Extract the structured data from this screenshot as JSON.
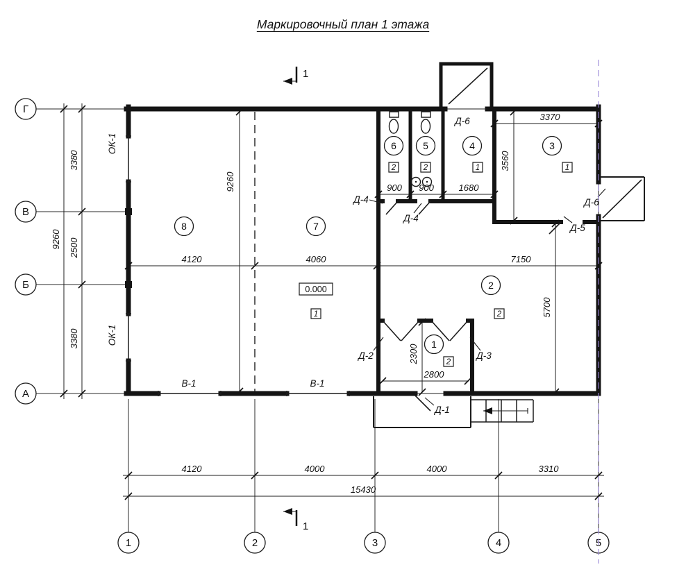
{
  "title": "Маркировочный план 1 этажа",
  "section": {
    "label": "1"
  },
  "axes": {
    "rows": [
      "Г",
      "В",
      "Б",
      "А"
    ],
    "cols": [
      "1",
      "2",
      "3",
      "4",
      "5"
    ]
  },
  "rooms": {
    "r1": "1",
    "r2": "2",
    "r3": "3",
    "r4": "4",
    "r5": "5",
    "r6": "6",
    "r7": "7",
    "r8": "8"
  },
  "doors": {
    "d1": "Д-1",
    "d2": "Д-2",
    "d3": "Д-3",
    "d4": "Д-4",
    "d5": "Д-5",
    "d6": "Д-6"
  },
  "windows": {
    "ok1": "ОК-1",
    "v1": "В-1"
  },
  "level": "0.000",
  "floor_types": {
    "t1": "1",
    "t2": "2"
  },
  "dims": {
    "left": {
      "segments": [
        "3380",
        "2500",
        "3380"
      ],
      "overall": "9260"
    },
    "bottom": {
      "segments": [
        "4120",
        "4000",
        "4000",
        "3310"
      ],
      "overall": "15430"
    },
    "middle": [
      "4120",
      "4060",
      "7150"
    ],
    "interior_height": "9260",
    "wc": [
      "900",
      "900",
      "1680"
    ],
    "room3_width": "3370",
    "room3_height": "3560",
    "room2_height": "5700",
    "vestibule_depth": "2300",
    "vestibule_width": "2800"
  }
}
